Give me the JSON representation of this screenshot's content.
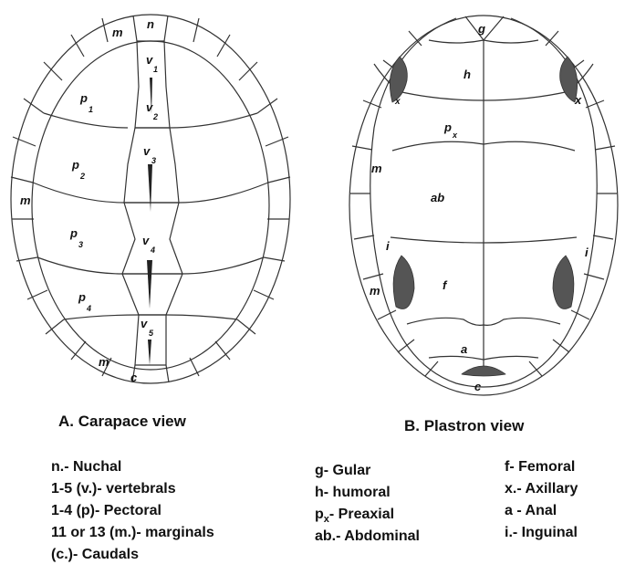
{
  "carapace": {
    "title": "A. Carapace view",
    "labels": {
      "n": "n",
      "m_top": "m",
      "m_left": "m",
      "m_bottom": "m",
      "c": "c",
      "p": "p",
      "v": "v",
      "p1": "1",
      "p2": "2",
      "p3": "3",
      "p4": "4",
      "v1": "1",
      "v2": "2",
      "v3": "3",
      "v4": "4",
      "v5": "5"
    }
  },
  "plastron": {
    "title": "B. Plastron view",
    "labels": {
      "g": "g",
      "h": "h",
      "p": "p",
      "px_sub": "x",
      "m": "m",
      "ab": "ab",
      "i_left": "i",
      "i_right": "i",
      "f": "f",
      "a": "a",
      "c": "c",
      "x_left": "x",
      "x_right": "x"
    }
  },
  "legend": {
    "col1": [
      "n.- Nuchal",
      "1-5 (v.)- vertebrals",
      "1-4 (p)- Pectoral",
      "11 or 13 (m.)- marginals",
      "(c.)- Caudals"
    ],
    "col2": {
      "gular": "g- Gular",
      "humoral": "h- humoral",
      "px_p": "p",
      "px_sub": "x",
      "px_rest": "- Preaxial",
      "abdominal": "ab.- Abdominal"
    },
    "col3": [
      "f- Femoral",
      "x.- Axillary",
      "a - Anal",
      "i.- Inguinal"
    ]
  }
}
